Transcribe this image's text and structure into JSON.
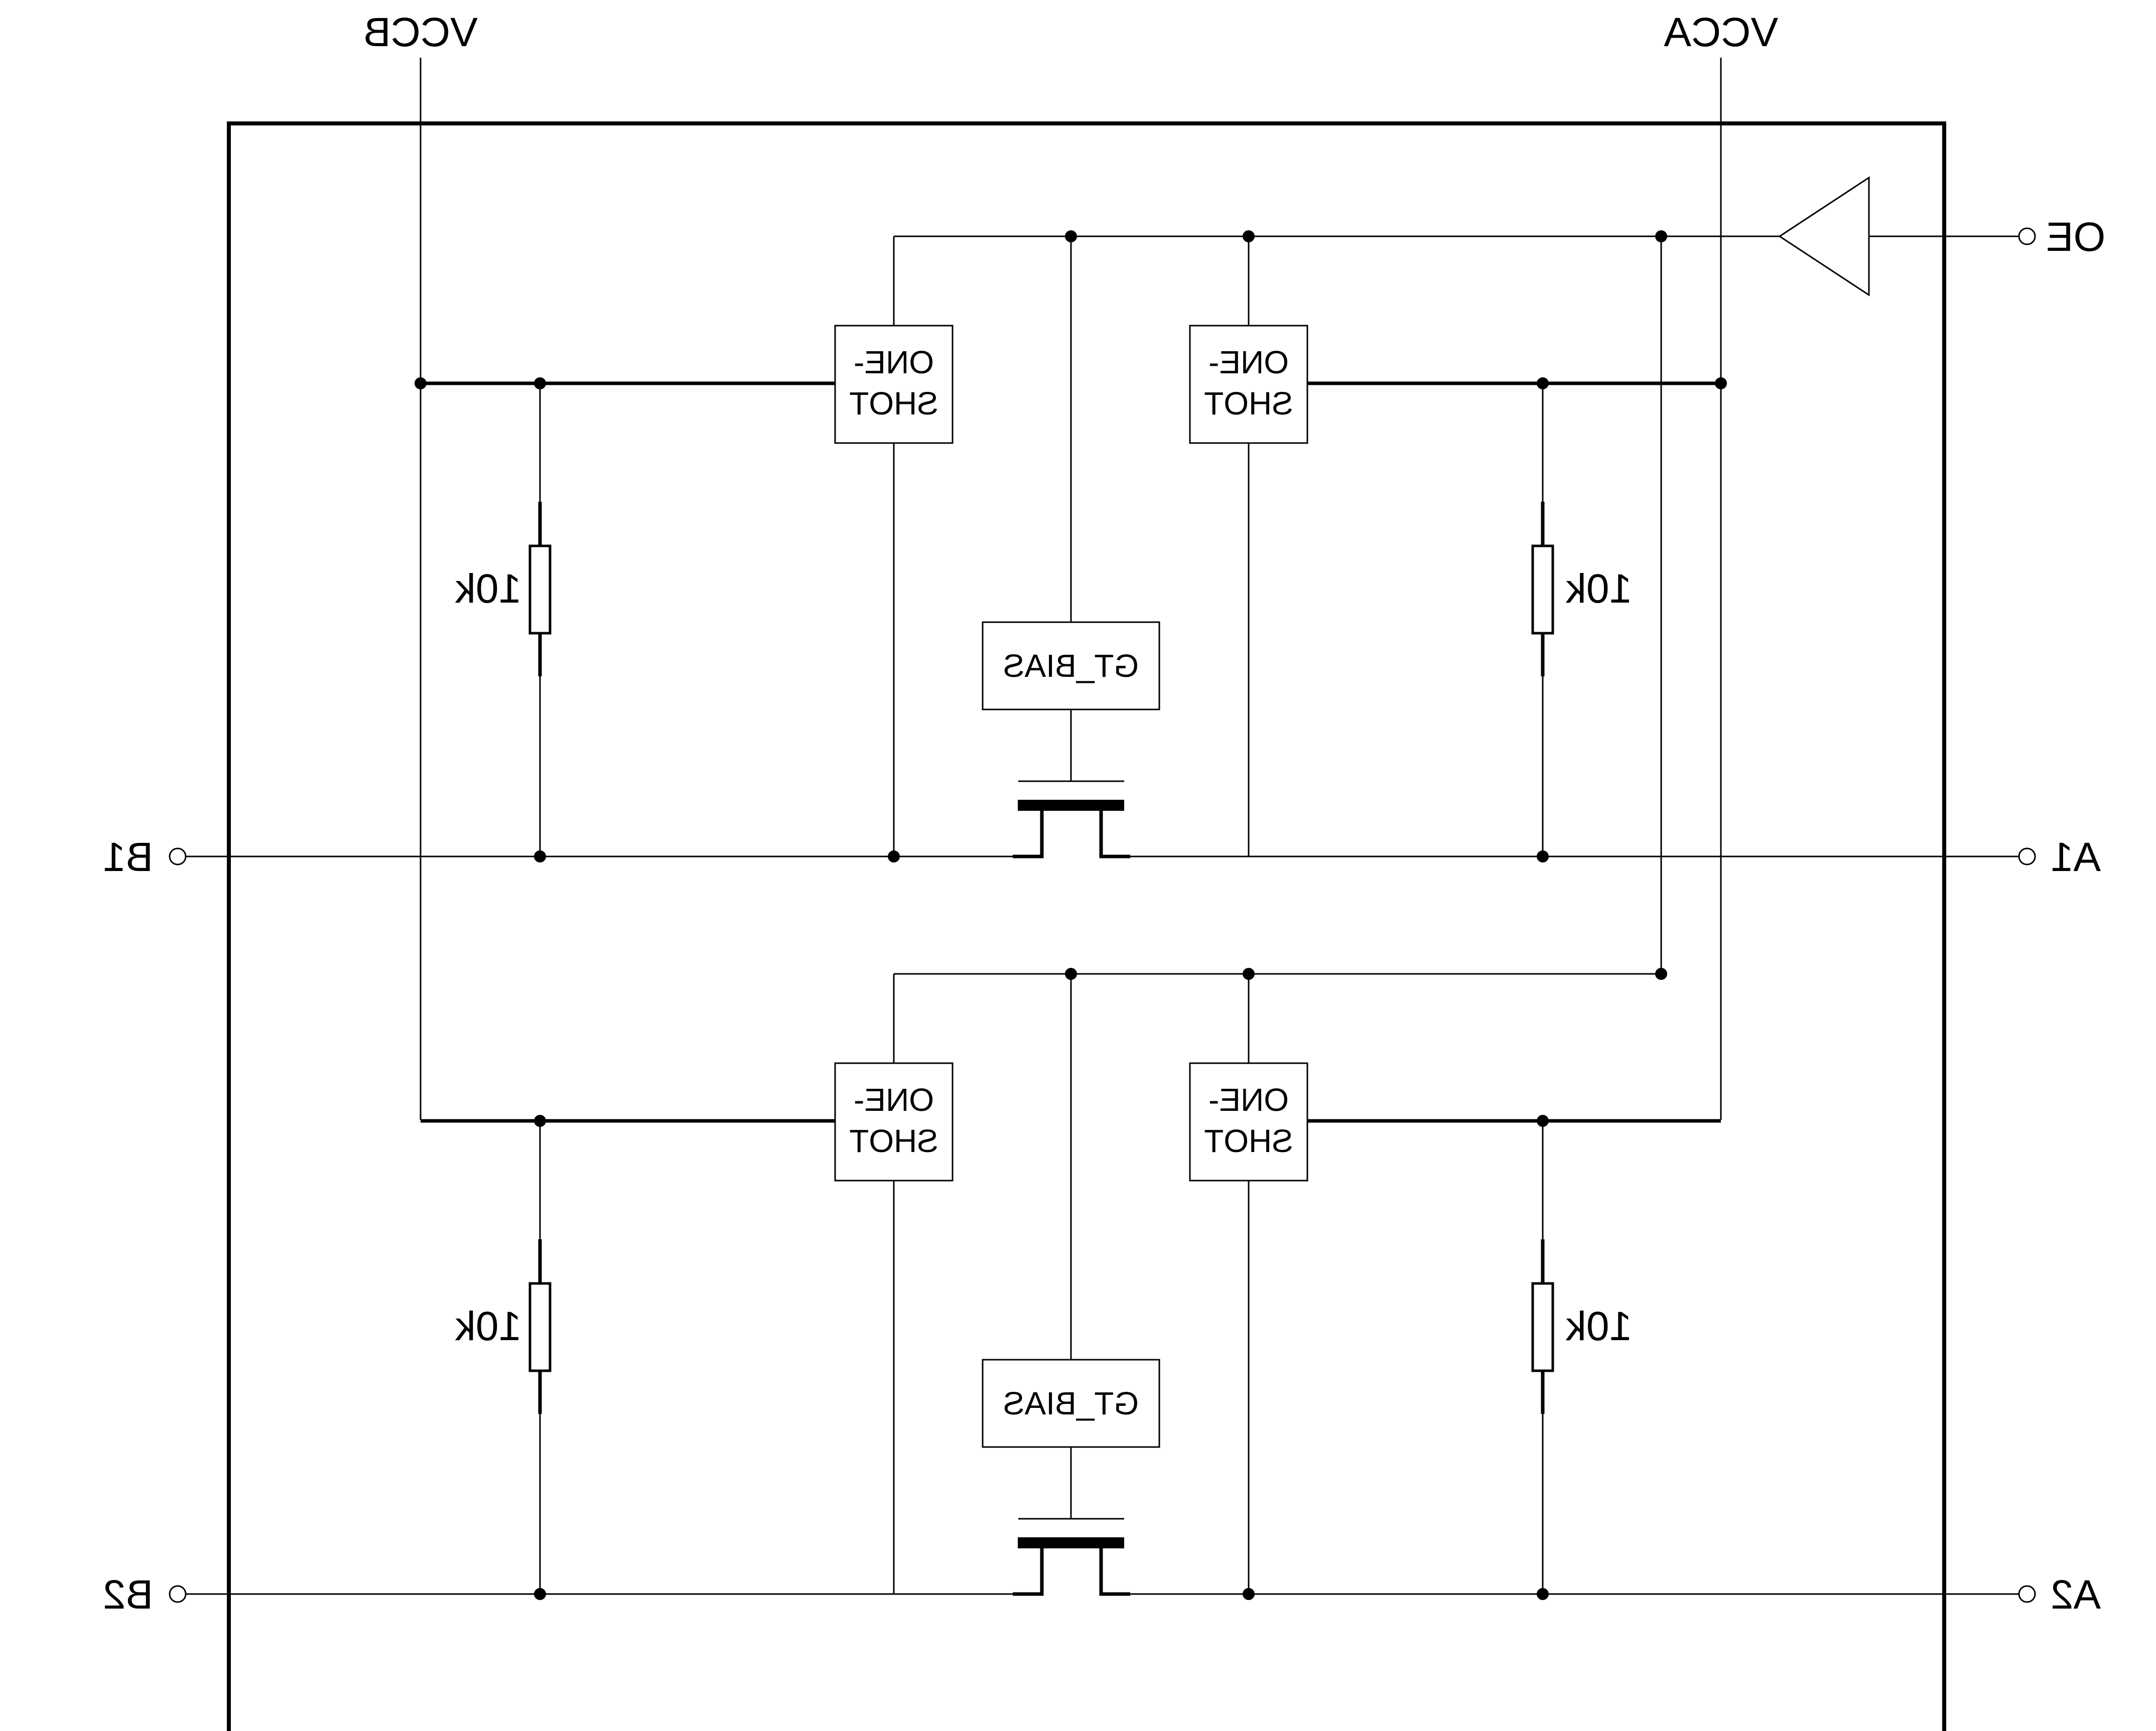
{
  "supply": {
    "vccb": "VCCB",
    "vcca": "VCCA"
  },
  "pins": {
    "oe": "OE",
    "a1": "A1",
    "a2": "A2",
    "b1": "B1",
    "b2": "B2"
  },
  "one_shot": {
    "line1": "ONE-",
    "line2": "SHOT"
  },
  "bias": {
    "label": "GT_BIAS"
  },
  "resistor": {
    "value": "10k"
  },
  "colors": {
    "line": "#000000",
    "background": "#ffffff"
  }
}
